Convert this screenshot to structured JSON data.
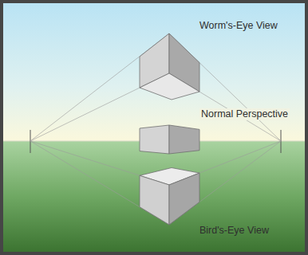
{
  "diagram": {
    "labels": [
      "Worm's-Eye View",
      "Normal Perspective",
      "Bird's-Eye View"
    ]
  }
}
